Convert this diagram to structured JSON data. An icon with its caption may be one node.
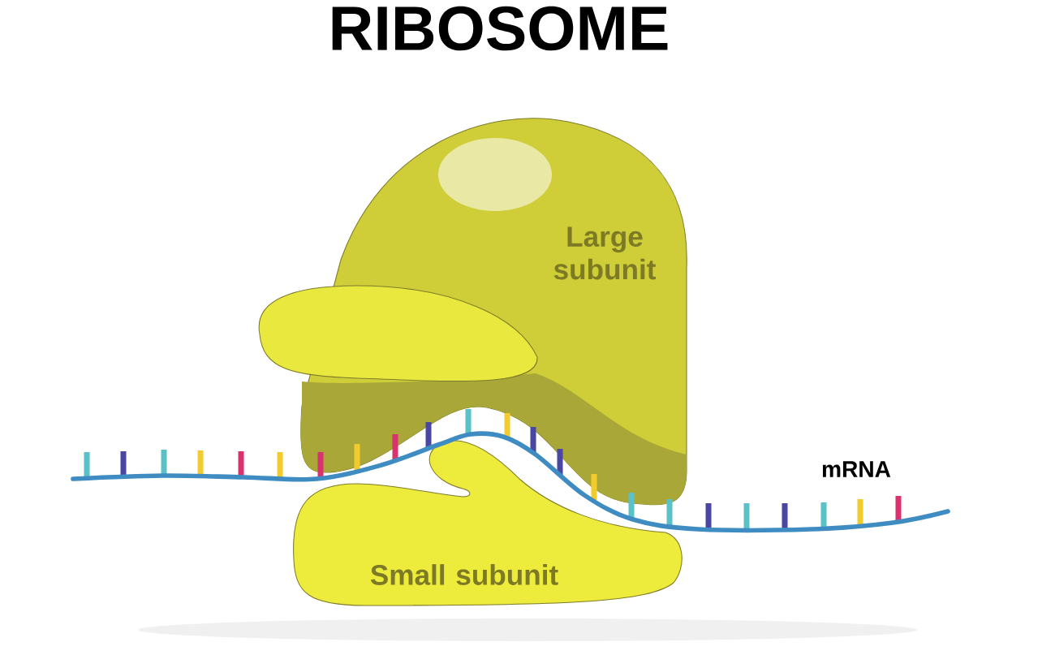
{
  "diagram": {
    "title": "RIBOSOME",
    "nodes": [
      {
        "text": [
          "Large subunit"
        ]
      },
      {
        "text": [
          "Small subunit"
        ]
      }
    ],
    "labels": [
      "mRNA"
    ]
  }
}
